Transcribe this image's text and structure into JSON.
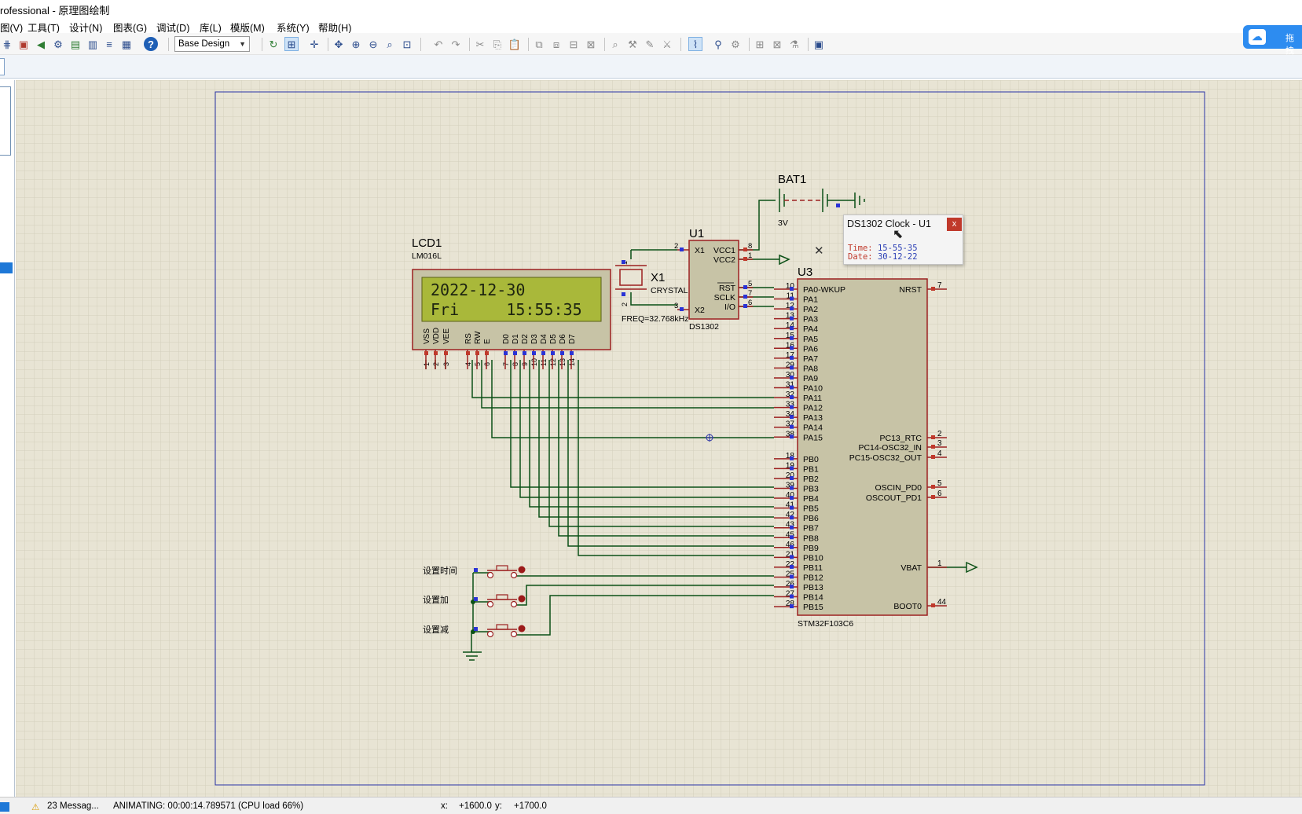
{
  "window": {
    "title": "rofessional - 原理图绘制"
  },
  "menu": [
    "图(V)",
    "工具(T)",
    "设计(N)",
    "图表(G)",
    "调试(D)",
    "库(L)",
    "模版(M)",
    "系统(Y)",
    "帮助(H)"
  ],
  "toolbar": {
    "design_select": "Base Design",
    "icons": [
      "parts-icon",
      "chip-icon",
      "rewind-icon",
      "gears-icon",
      "book-icon",
      "doc-icon",
      "netlist-icon",
      "report-icon",
      "help-icon"
    ],
    "cloud_label": "拖拽"
  },
  "schematic": {
    "lcd": {
      "ref": "LCD1",
      "model": "LM016L",
      "line1": "2022-12-30",
      "line2": "Fri     15:55:35",
      "pin_labels": [
        "VSS",
        "VDD",
        "VEE",
        "RS",
        "RW",
        "E",
        "D0",
        "D1",
        "D2",
        "D3",
        "D4",
        "D5",
        "D6",
        "D7"
      ],
      "pin_numbers": [
        "1",
        "2",
        "3",
        "4",
        "5",
        "6",
        "7",
        "8",
        "9",
        "10",
        "11",
        "12",
        "13",
        "14"
      ]
    },
    "crystal": {
      "ref": "X1",
      "type": "CRYSTAL",
      "freq": "FREQ=32.768kHz"
    },
    "rtc": {
      "ref": "U1",
      "model": "DS1302",
      "left_pins": [
        "X1",
        "X2"
      ],
      "left_nums": [
        "2",
        "3"
      ],
      "right_pins": [
        "VCC1",
        "VCC2",
        "RST",
        "SCLK",
        "I/O"
      ],
      "right_nums": [
        "8",
        "1",
        "5",
        "7",
        "6"
      ]
    },
    "battery": {
      "ref": "BAT1",
      "value": "3V"
    },
    "mcu": {
      "ref": "U3",
      "model": "STM32F103C6",
      "left_pins": [
        "PA0-WKUP",
        "PA1",
        "PA2",
        "PA3",
        "PA4",
        "PA5",
        "PA6",
        "PA7",
        "PA8",
        "PA9",
        "PA10",
        "PA11",
        "PA12",
        "PA13",
        "PA14",
        "PA15",
        "PB0",
        "PB1",
        "PB2",
        "PB3",
        "PB4",
        "PB5",
        "PB6",
        "PB7",
        "PB8",
        "PB9",
        "PB10",
        "PB11",
        "PB12",
        "PB13",
        "PB14",
        "PB15"
      ],
      "left_nums": [
        "10",
        "11",
        "12",
        "13",
        "14",
        "15",
        "16",
        "17",
        "29",
        "30",
        "31",
        "32",
        "33",
        "34",
        "37",
        "38",
        "18",
        "19",
        "20",
        "39",
        "40",
        "41",
        "42",
        "43",
        "45",
        "46",
        "21",
        "22",
        "25",
        "26",
        "27",
        "28"
      ],
      "right_pins": [
        "NRST",
        "PC13_RTC",
        "PC14-OSC32_IN",
        "PC15-OSC32_OUT",
        "OSCIN_PD0",
        "OSCOUT_PD1",
        "VBAT",
        "BOOT0"
      ],
      "right_nums": [
        "7",
        "2",
        "3",
        "4",
        "5",
        "6",
        "1",
        "44"
      ]
    },
    "buttons": [
      "设置时间",
      "设置加",
      "设置减"
    ]
  },
  "popup": {
    "title": "DS1302 Clock - U1",
    "close": "x",
    "time_label": "Time:",
    "time_value": "15-55-35",
    "date_label": "Date:",
    "date_value": "30-12-22"
  },
  "status": {
    "messages": "23 Messag...",
    "animating": "ANIMATING: 00:00:14.789571 (CPU load 66%)",
    "x_label": "x:",
    "x_value": "+1600.0",
    "y_label": "y:",
    "y_value": "+1700.0"
  },
  "colors": {
    "canvas_bg": "#e8e4d4",
    "grid": "#d3cfbd",
    "component_fill": "#c7c3a6",
    "component_border": "#9c2020",
    "wire": "#0b5016",
    "lcd_screen": "#a9b83a",
    "sheet_border": "#2a33a6"
  }
}
